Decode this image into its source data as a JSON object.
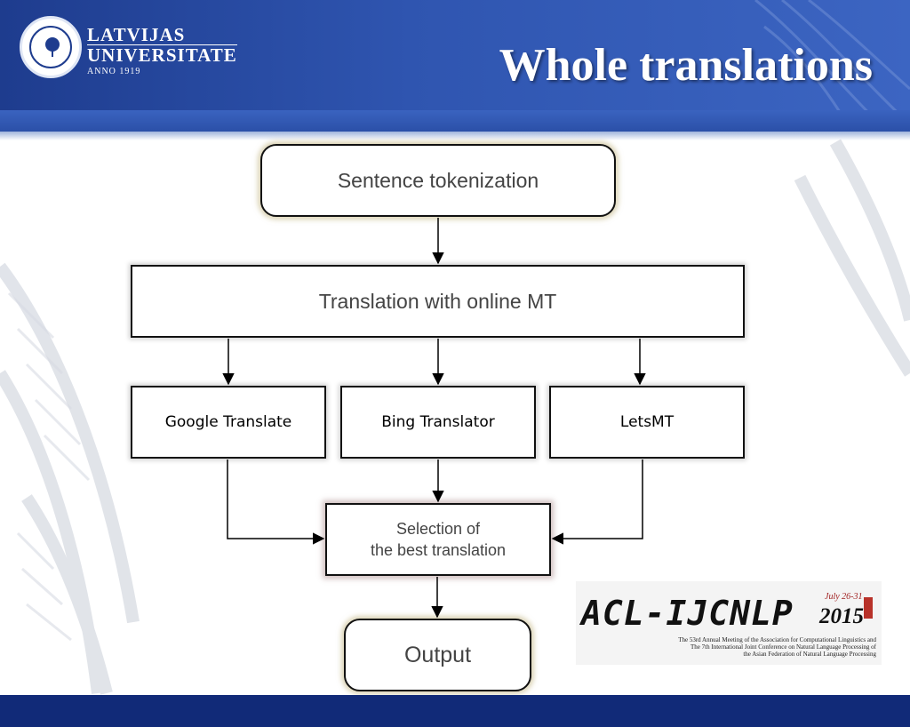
{
  "header": {
    "title": "Whole translations",
    "logo": {
      "name_line1": "LATVIJAS",
      "name_line2": "UNIVERSITATE",
      "anno": "ANNO 1919",
      "seal_icon": "university-seal-icon"
    }
  },
  "diagram": {
    "nodes": {
      "tokenization": "Sentence tokenization",
      "online_mt": "Translation with online MT",
      "google": "Google Translate",
      "bing": "Bing Translator",
      "letsmt": "LetsMT",
      "selection_line1": "Selection of",
      "selection_line2": "the best translation",
      "output": "Output"
    }
  },
  "conference_logo": {
    "name": "ACL-IJCNLP",
    "date": "July 26-31",
    "year": "2015",
    "desc_line1": "The 53rd Annual Meeting of the Association for Computational Linguistics and",
    "desc_line2": "The 7th International Joint Conference on Natural Language Processing of",
    "desc_line3": "the Asian Federation of Natural Language Processing"
  },
  "colors": {
    "header": "#2f55b0",
    "footer": "#112a78",
    "box_border": "#111111"
  }
}
